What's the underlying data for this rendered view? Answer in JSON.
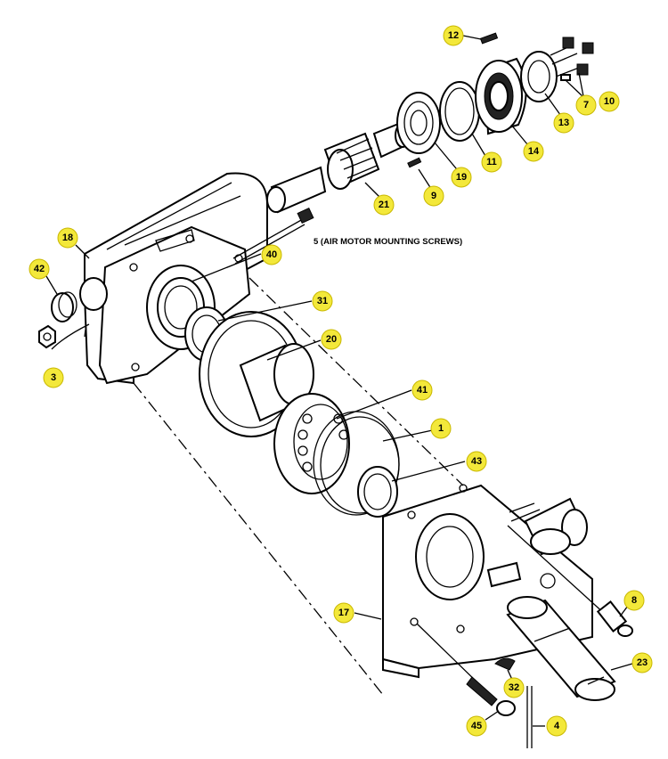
{
  "labels": [
    {
      "id": "12",
      "text": "12"
    },
    {
      "id": "10",
      "text": "10"
    },
    {
      "id": "7",
      "text": "7"
    },
    {
      "id": "13",
      "text": "13"
    },
    {
      "id": "14",
      "text": "14"
    },
    {
      "id": "11",
      "text": "11"
    },
    {
      "id": "19",
      "text": "19"
    },
    {
      "id": "9",
      "text": "9"
    },
    {
      "id": "21",
      "text": "21"
    },
    {
      "id": "18",
      "text": "18"
    },
    {
      "id": "40",
      "text": "40"
    },
    {
      "id": "42",
      "text": "42"
    },
    {
      "id": "31",
      "text": "31"
    },
    {
      "id": "20",
      "text": "20"
    },
    {
      "id": "3",
      "text": "3"
    },
    {
      "id": "41",
      "text": "41"
    },
    {
      "id": "1",
      "text": "1"
    },
    {
      "id": "43",
      "text": "43"
    },
    {
      "id": "8",
      "text": "8"
    },
    {
      "id": "17",
      "text": "17"
    },
    {
      "id": "23",
      "text": "23"
    },
    {
      "id": "32",
      "text": "32"
    },
    {
      "id": "45",
      "text": "45"
    },
    {
      "id": "4",
      "text": "4"
    }
  ],
  "note": "5 (AIR MOTOR MOUNTING SCREWS)",
  "colors": {
    "badge_fill": "#f3e83a",
    "line": "#000000"
  }
}
